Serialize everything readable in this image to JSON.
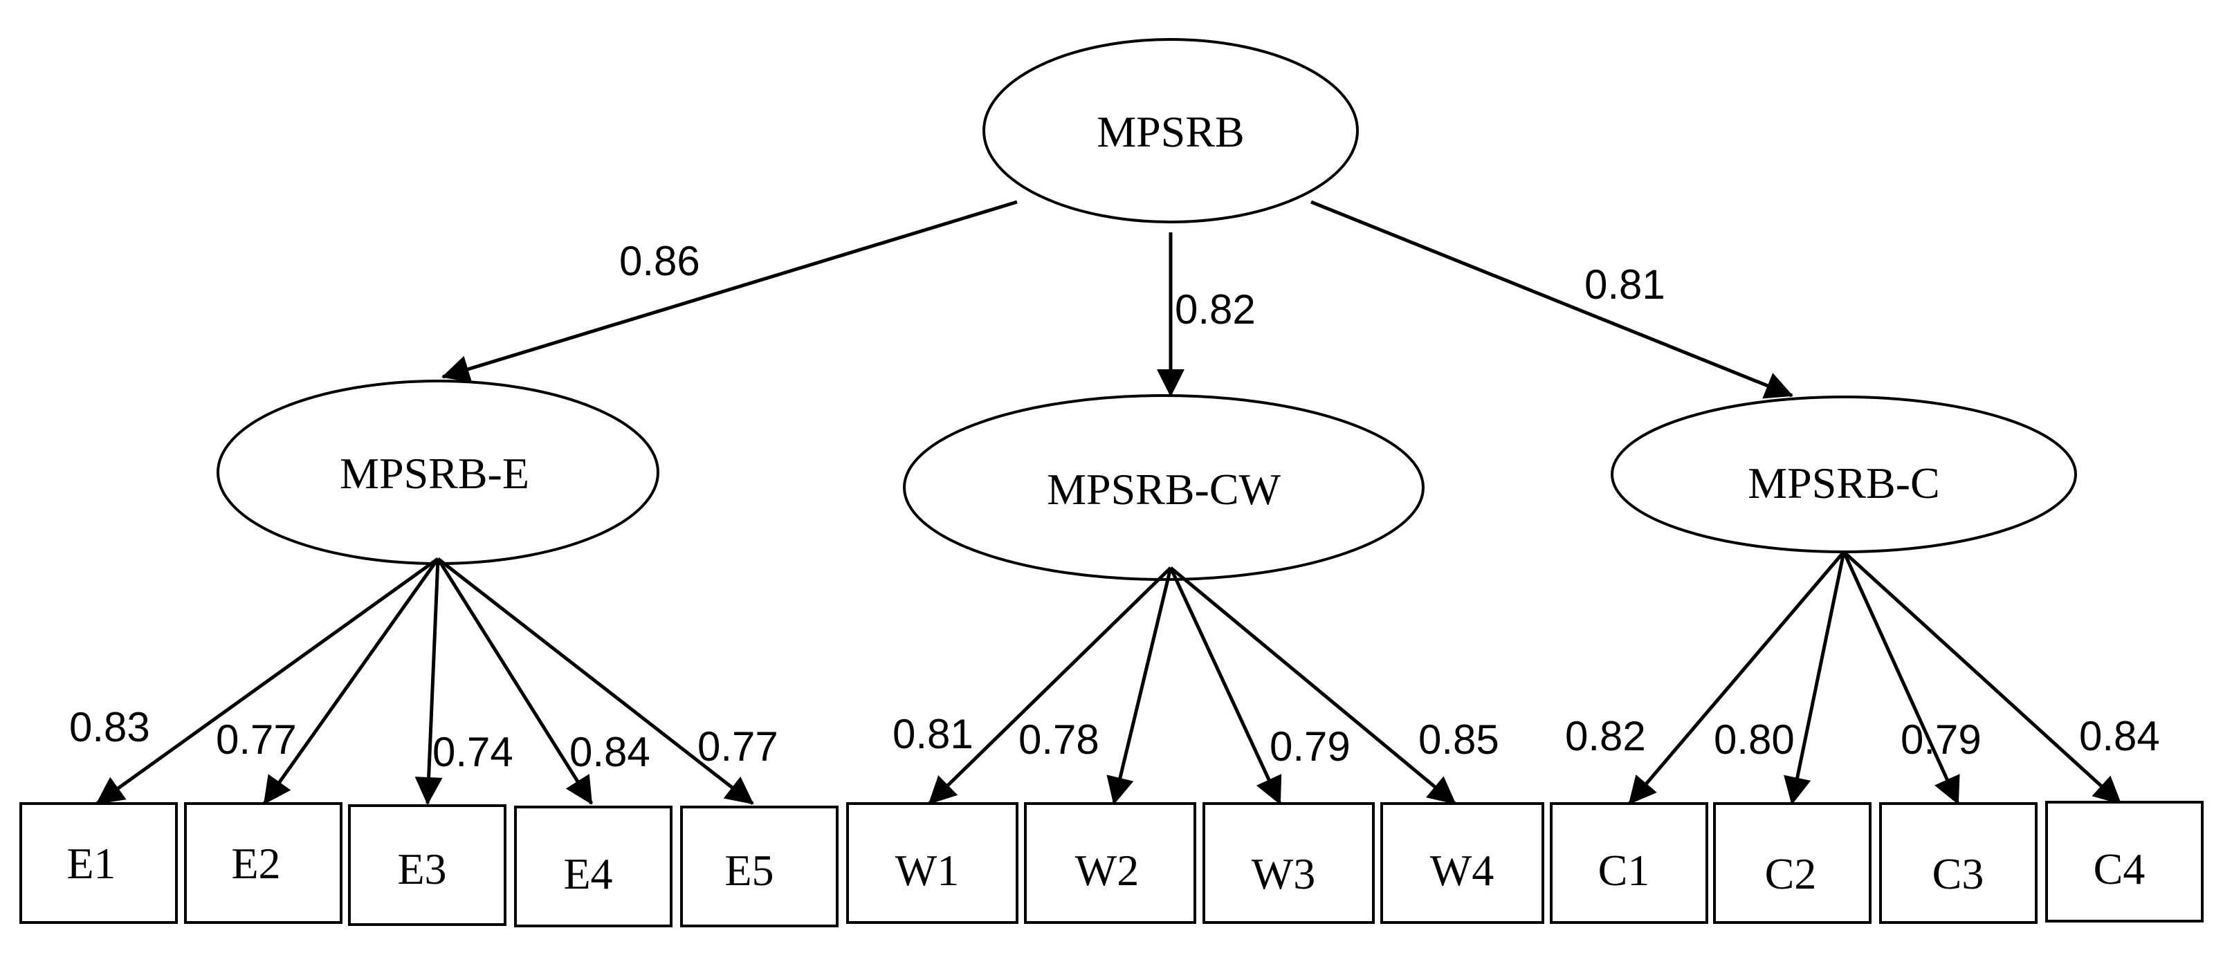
{
  "root": {
    "label": "MPSRB"
  },
  "factors": [
    {
      "id": "E",
      "label": "MPSRB-E",
      "coef": "0.86"
    },
    {
      "id": "CW",
      "label": "MPSRB-CW",
      "coef": "0.82"
    },
    {
      "id": "C",
      "label": "MPSRB-C",
      "coef": "0.81"
    }
  ],
  "indicators": [
    {
      "label": "E1",
      "factor": "E",
      "coef": "0.83"
    },
    {
      "label": "E2",
      "factor": "E",
      "coef": "0.77"
    },
    {
      "label": "E3",
      "factor": "E",
      "coef": "0.74"
    },
    {
      "label": "E4",
      "factor": "E",
      "coef": "0.84"
    },
    {
      "label": "E5",
      "factor": "E",
      "coef": "0.77"
    },
    {
      "label": "W1",
      "factor": "CW",
      "coef": "0.81"
    },
    {
      "label": "W2",
      "factor": "CW",
      "coef": "0.78"
    },
    {
      "label": "W3",
      "factor": "CW",
      "coef": "0.79"
    },
    {
      "label": "W4",
      "factor": "CW",
      "coef": "0.85"
    },
    {
      "label": "C1",
      "factor": "C",
      "coef": "0.82"
    },
    {
      "label": "C2",
      "factor": "C",
      "coef": "0.80"
    },
    {
      "label": "C3",
      "factor": "C",
      "coef": "0.79"
    },
    {
      "label": "C4",
      "factor": "C",
      "coef": "0.84"
    }
  ]
}
